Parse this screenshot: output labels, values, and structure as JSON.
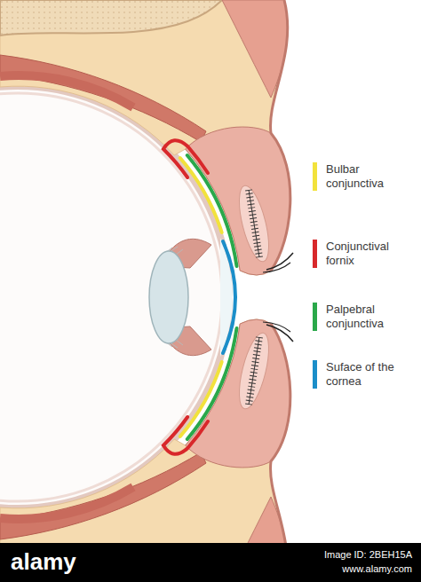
{
  "diagram": {
    "labels": [
      "alamy",
      "Image ID: 2BEH15A",
      "www.alamy.com"
    ],
    "legend": [
      {
        "text": "Bulbar conjunctiva",
        "color": "#f2e23c"
      },
      {
        "text": "Conjunctival fornix",
        "color": "#d8282b"
      },
      {
        "text": "Palpebral conjunctiva",
        "color": "#2aa84a"
      },
      {
        "text": "Suface of the cornea",
        "color": "#1b8ec9"
      }
    ]
  }
}
